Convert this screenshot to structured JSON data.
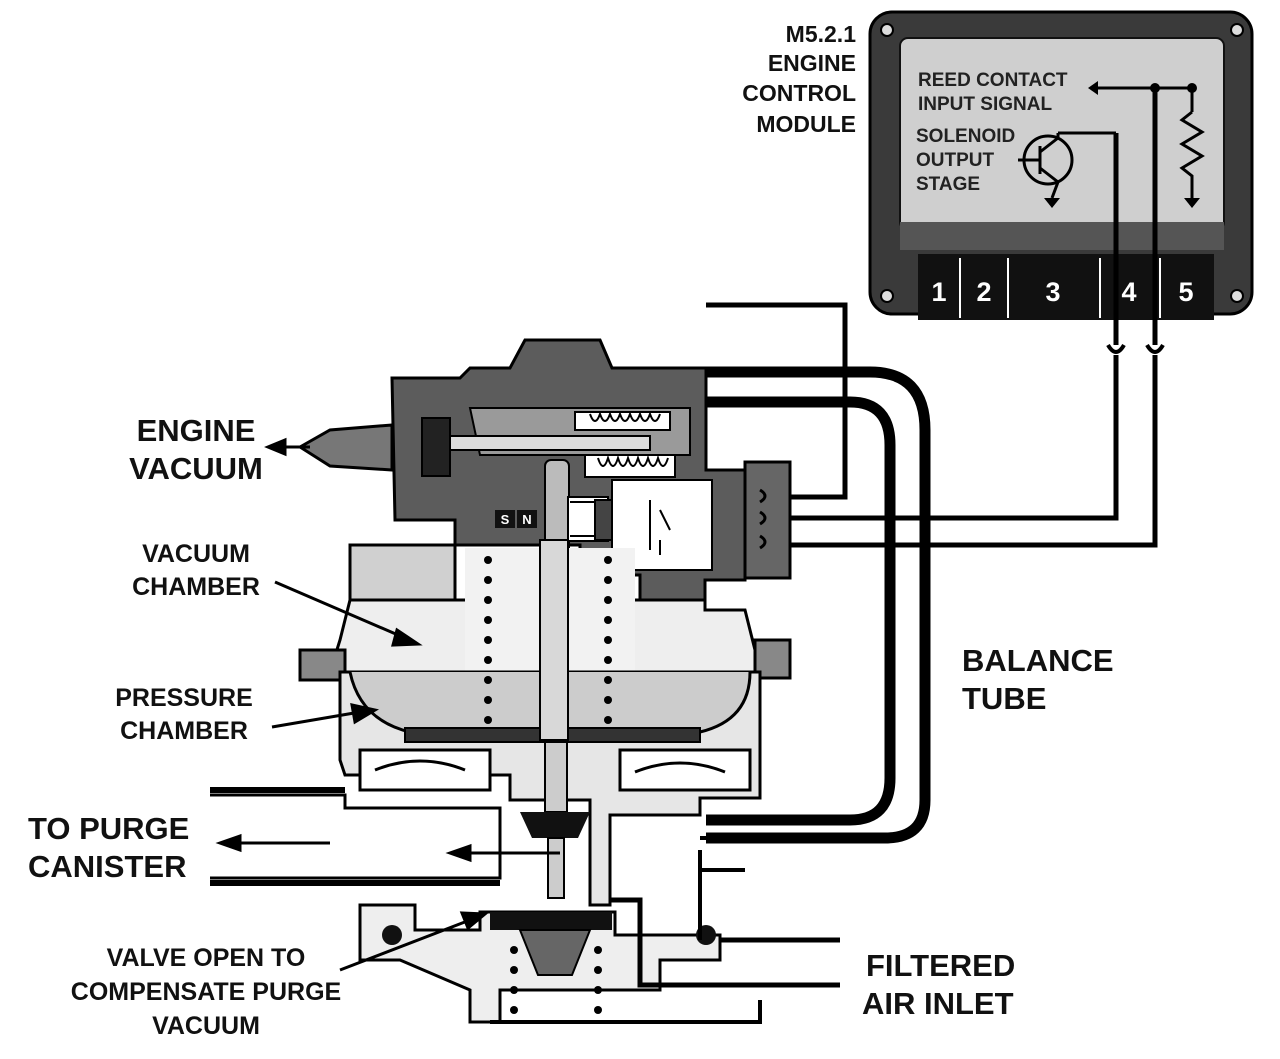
{
  "labels": {
    "engine_vacuum": [
      "ENGINE",
      "VACUUM"
    ],
    "vacuum_chamber": [
      "VACUUM",
      "CHAMBER"
    ],
    "pressure_chamber": [
      "PRESSURE",
      "CHAMBER"
    ],
    "to_purge_canister": [
      "TO PURGE",
      "CANISTER"
    ],
    "valve_open": [
      "VALVE OPEN TO",
      "COMPENSATE PURGE",
      "VACUUM"
    ],
    "balance_tube": [
      "BALANCE",
      "TUBE"
    ],
    "filtered_air_inlet": [
      "FILTERED",
      "AIR INLET"
    ]
  },
  "ecm": {
    "title": [
      "M5.2.1",
      "ENGINE",
      "CONTROL",
      "MODULE"
    ],
    "reed_contact": [
      "REED CONTACT",
      "INPUT SIGNAL"
    ],
    "solenoid": [
      "SOLENOID",
      "OUTPUT",
      "STAGE"
    ],
    "pins": [
      "1",
      "2",
      "3",
      "4",
      "5"
    ]
  },
  "magnet": {
    "south": "S",
    "north": "N"
  }
}
